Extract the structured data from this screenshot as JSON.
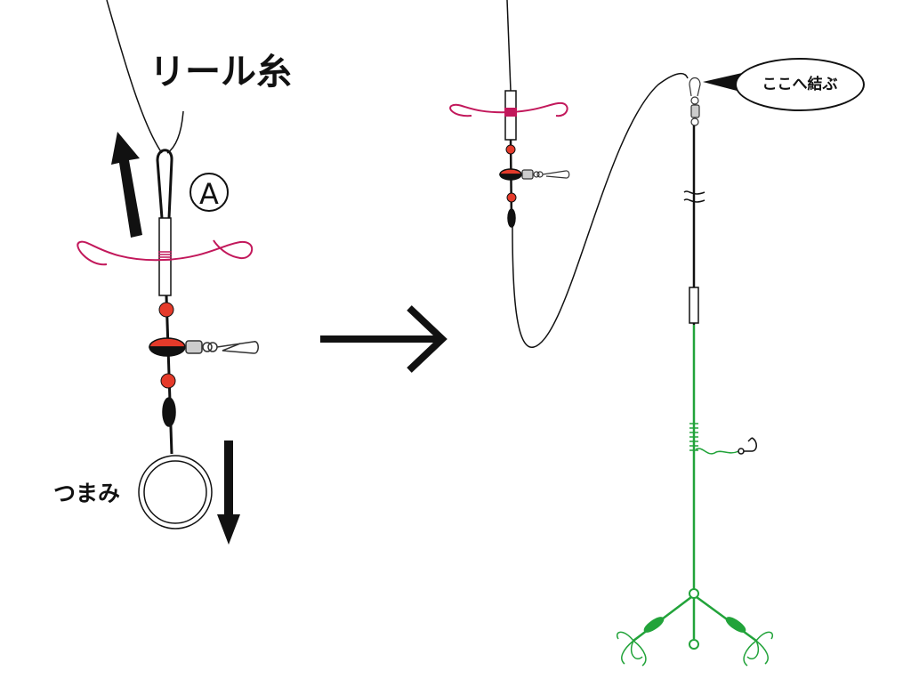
{
  "labels": {
    "reel_line": "リール糸",
    "marker_a": "A",
    "knob": "つまみ",
    "tie_here": "ここへ結ぶ"
  },
  "colors": {
    "line": "#111111",
    "pink_line": "#c2185b",
    "bead_red": "#e53a2a",
    "leader_green": "#22a33a",
    "swivel_gray": "#cccccc"
  }
}
